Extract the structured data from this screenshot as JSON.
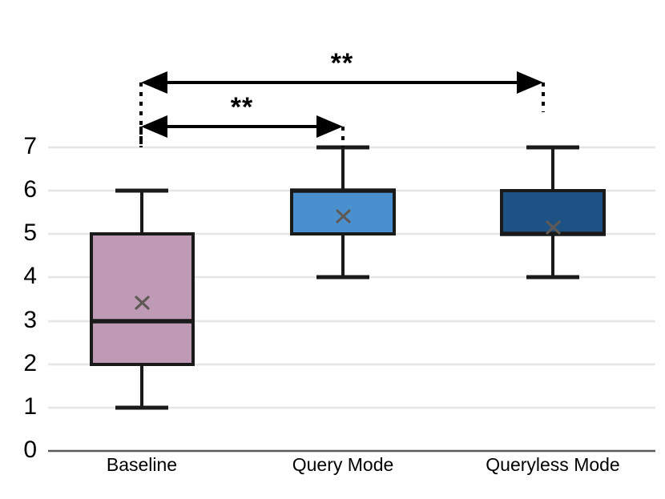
{
  "chart_data": {
    "type": "box",
    "title": "",
    "xlabel": "",
    "ylabel": "",
    "ylim": [
      0,
      7
    ],
    "yticks": [
      "0",
      "1",
      "2",
      "3",
      "4",
      "5",
      "6",
      "7"
    ],
    "grid": true,
    "legend": "none",
    "categories": [
      "Baseline",
      "Query Mode",
      "Queryless Mode"
    ],
    "boxes": [
      {
        "category": "Baseline",
        "min": 1,
        "q1": 2,
        "median": 3,
        "q3": 5,
        "max": 6,
        "mean": 3.4,
        "fill": "#bf9ab5",
        "stroke": "#1a1a1a"
      },
      {
        "category": "Query Mode",
        "min": 4,
        "q1": 5,
        "median": 6,
        "q3": 6,
        "max": 7,
        "mean": 5.35,
        "fill": "#4a90cf",
        "stroke": "#1a1a1a"
      },
      {
        "category": "Queryless Mode",
        "min": 4,
        "q1": 5,
        "median": 5,
        "q3": 6,
        "max": 7,
        "mean": 5.1,
        "fill": "#1e5184",
        "stroke": "#1a1a1a"
      }
    ],
    "significance_brackets": [
      {
        "id": "baseline-vs-queryless",
        "label": "**",
        "from": "Baseline",
        "to": "Queryless Mode"
      },
      {
        "id": "baseline-vs-query-mode",
        "label": "**",
        "from": "Baseline",
        "to": "Query Mode"
      }
    ],
    "colors": {
      "grid": "#e6e6e6",
      "axis": "#4d4d4d",
      "text": "#000000",
      "mean_marker": "#5f5a55",
      "bracket": "#000000",
      "background": "#ffffff"
    },
    "mean_marker_symbol": "x"
  }
}
